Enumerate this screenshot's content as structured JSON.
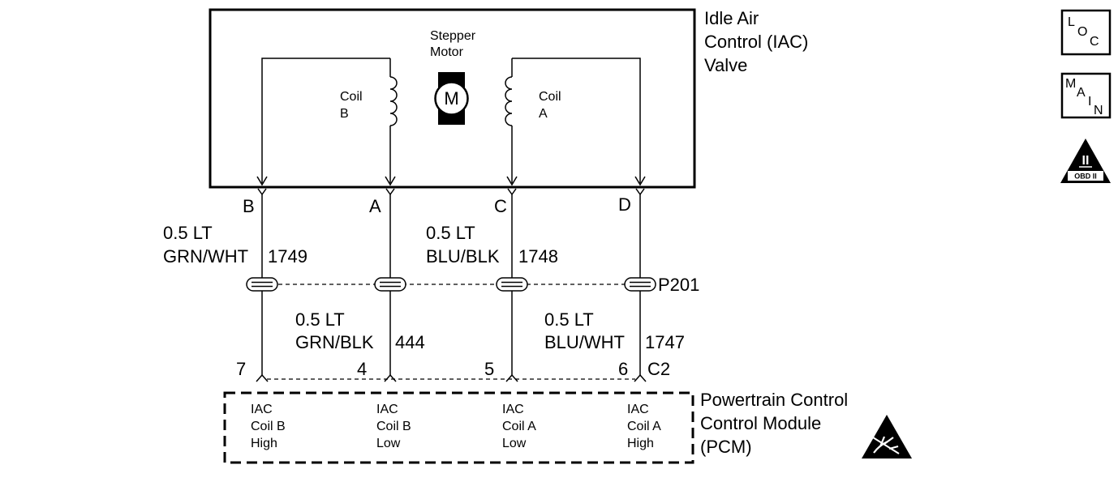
{
  "iac_valve": {
    "title_lines": [
      "Idle Air",
      "Control (IAC)",
      "Valve"
    ],
    "stepper_lines": [
      "Stepper",
      "Motor"
    ],
    "motor_symbol": "M",
    "coil_b_lines": [
      "Coil",
      "B"
    ],
    "coil_a_lines": [
      "Coil",
      "A"
    ]
  },
  "terminals": [
    "B",
    "A",
    "C",
    "D"
  ],
  "wires_upper": [
    {
      "size": "0.5 LT",
      "color": "GRN/WHT",
      "circuit": "1749"
    },
    {
      "size": "0.5 LT",
      "color": "BLU/BLK",
      "circuit": "1748"
    }
  ],
  "wires_lower": [
    {
      "size": "0.5 LT",
      "color": "GRN/BLK",
      "circuit": "444"
    },
    {
      "size": "0.5 LT",
      "color": "BLU/WHT",
      "circuit": "1747"
    }
  ],
  "connector_p201": "P201",
  "connector_c2": "C2",
  "pcm_pins": [
    "7",
    "4",
    "5",
    "6"
  ],
  "pcm": {
    "title_lines": [
      "Powertrain Control",
      "Control Module",
      "(PCM)"
    ],
    "circuits": [
      [
        "IAC",
        "Coil B",
        "High"
      ],
      [
        "IAC",
        "Coil B",
        "Low"
      ],
      [
        "IAC",
        "Coil A",
        "Low"
      ],
      [
        "IAC",
        "Coil A",
        "High"
      ]
    ]
  },
  "badges": {
    "loc": [
      "L",
      "O",
      "C"
    ],
    "main": [
      "M",
      "A",
      "I",
      "N"
    ],
    "obd": {
      "symbol": "II",
      "label": "OBD II"
    }
  }
}
